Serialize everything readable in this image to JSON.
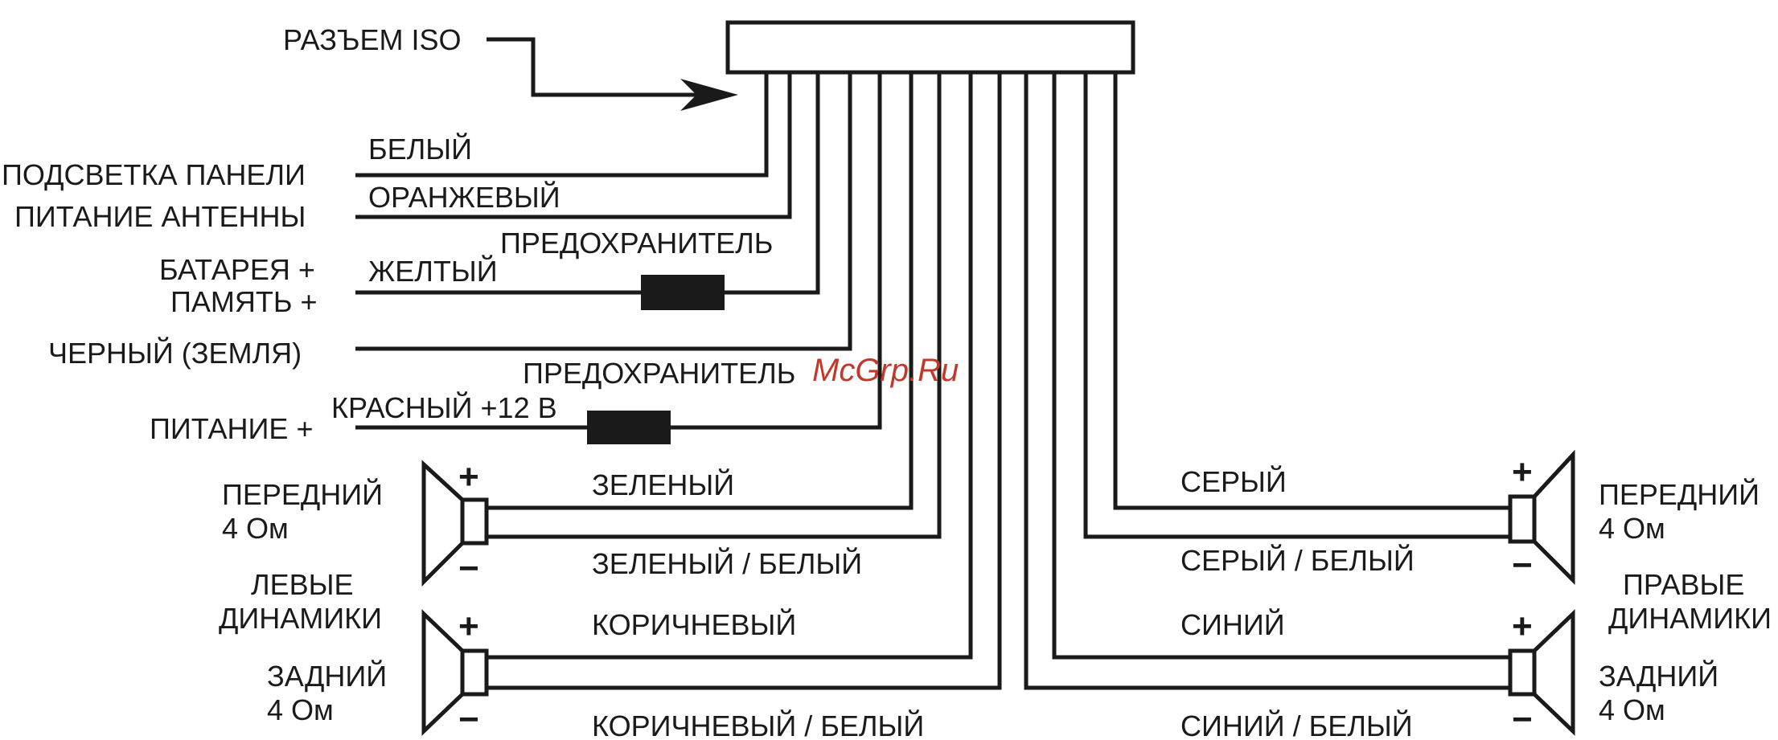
{
  "connector": {
    "label": "РАЗЪЕМ ISO"
  },
  "left_wires": {
    "illumination": {
      "function": "ПОДСВЕТКА ПАНЕЛИ",
      "color": "БЕЛЫЙ"
    },
    "antenna": {
      "function": "ПИТАНИЕ АНТЕННЫ",
      "color": "ОРАНЖЕВЫЙ"
    },
    "battery": {
      "function_line1": "БАТАРЕЯ +",
      "function_line2": "ПАМЯТЬ +",
      "color": "ЖЕЛТЫЙ",
      "fuse": "ПРЕДОХРАНИТЕЛЬ"
    },
    "ground": {
      "function": "ЧЕРНЫЙ (ЗЕМЛЯ)"
    },
    "power": {
      "function": "ПИТАНИЕ +",
      "color": "КРАСНЫЙ +12 В",
      "fuse": "ПРЕДОХРАНИТЕЛЬ"
    }
  },
  "left_speakers": {
    "group_line1": "ЛЕВЫЕ",
    "group_line2": "ДИНАМИКИ",
    "front": {
      "position": "ПЕРЕДНИЙ",
      "impedance": "4 Ом",
      "plus_wire": "ЗЕЛЕНЫЙ",
      "minus_wire": "ЗЕЛЕНЫЙ / БЕЛЫЙ"
    },
    "rear": {
      "position": "ЗАДНИЙ",
      "impedance": "4 Ом",
      "plus_wire": "КОРИЧНЕВЫЙ",
      "minus_wire": "КОРИЧНЕВЫЙ / БЕЛЫЙ"
    }
  },
  "right_speakers": {
    "group_line1": "ПРАВЫЕ",
    "group_line2": "ДИНАМИКИ",
    "front": {
      "position": "ПЕРЕДНИЙ",
      "impedance": "4 Ом",
      "plus_wire": "СЕРЫЙ",
      "minus_wire": "СЕРЫЙ / БЕЛЫЙ"
    },
    "rear": {
      "position": "ЗАДНИЙ",
      "impedance": "4 Ом",
      "plus_wire": "СИНИЙ",
      "minus_wire": "СИНИЙ / БЕЛЫЙ"
    }
  },
  "polarity": {
    "plus": "+",
    "minus": "−"
  },
  "watermark": "McGrp.Ru",
  "colors": {
    "ink": "#1a1a1a",
    "background": "#ffffff",
    "watermark": "#c0392b"
  }
}
